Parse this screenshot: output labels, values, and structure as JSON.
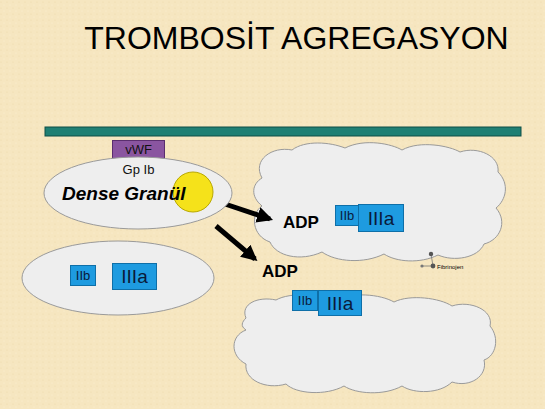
{
  "diagram": {
    "title": "TROMBOSİT AGREGASYON",
    "nodes": [
      {
        "text": [
          "vWF"
        ]
      },
      {
        "text": [
          "Gp Ib"
        ]
      },
      {
        "text": [
          "Dense Granül"
        ]
      },
      {
        "text": [
          "IIb"
        ]
      },
      {
        "text": [
          "IIIa"
        ]
      },
      {
        "text": [
          "IIb"
        ]
      },
      {
        "text": [
          "IIIa"
        ]
      },
      {
        "text": [
          "IIb"
        ]
      },
      {
        "text": [
          "IIIa"
        ]
      }
    ],
    "labels": [
      "ADP",
      "ADP",
      "Fibrinojen"
    ]
  }
}
